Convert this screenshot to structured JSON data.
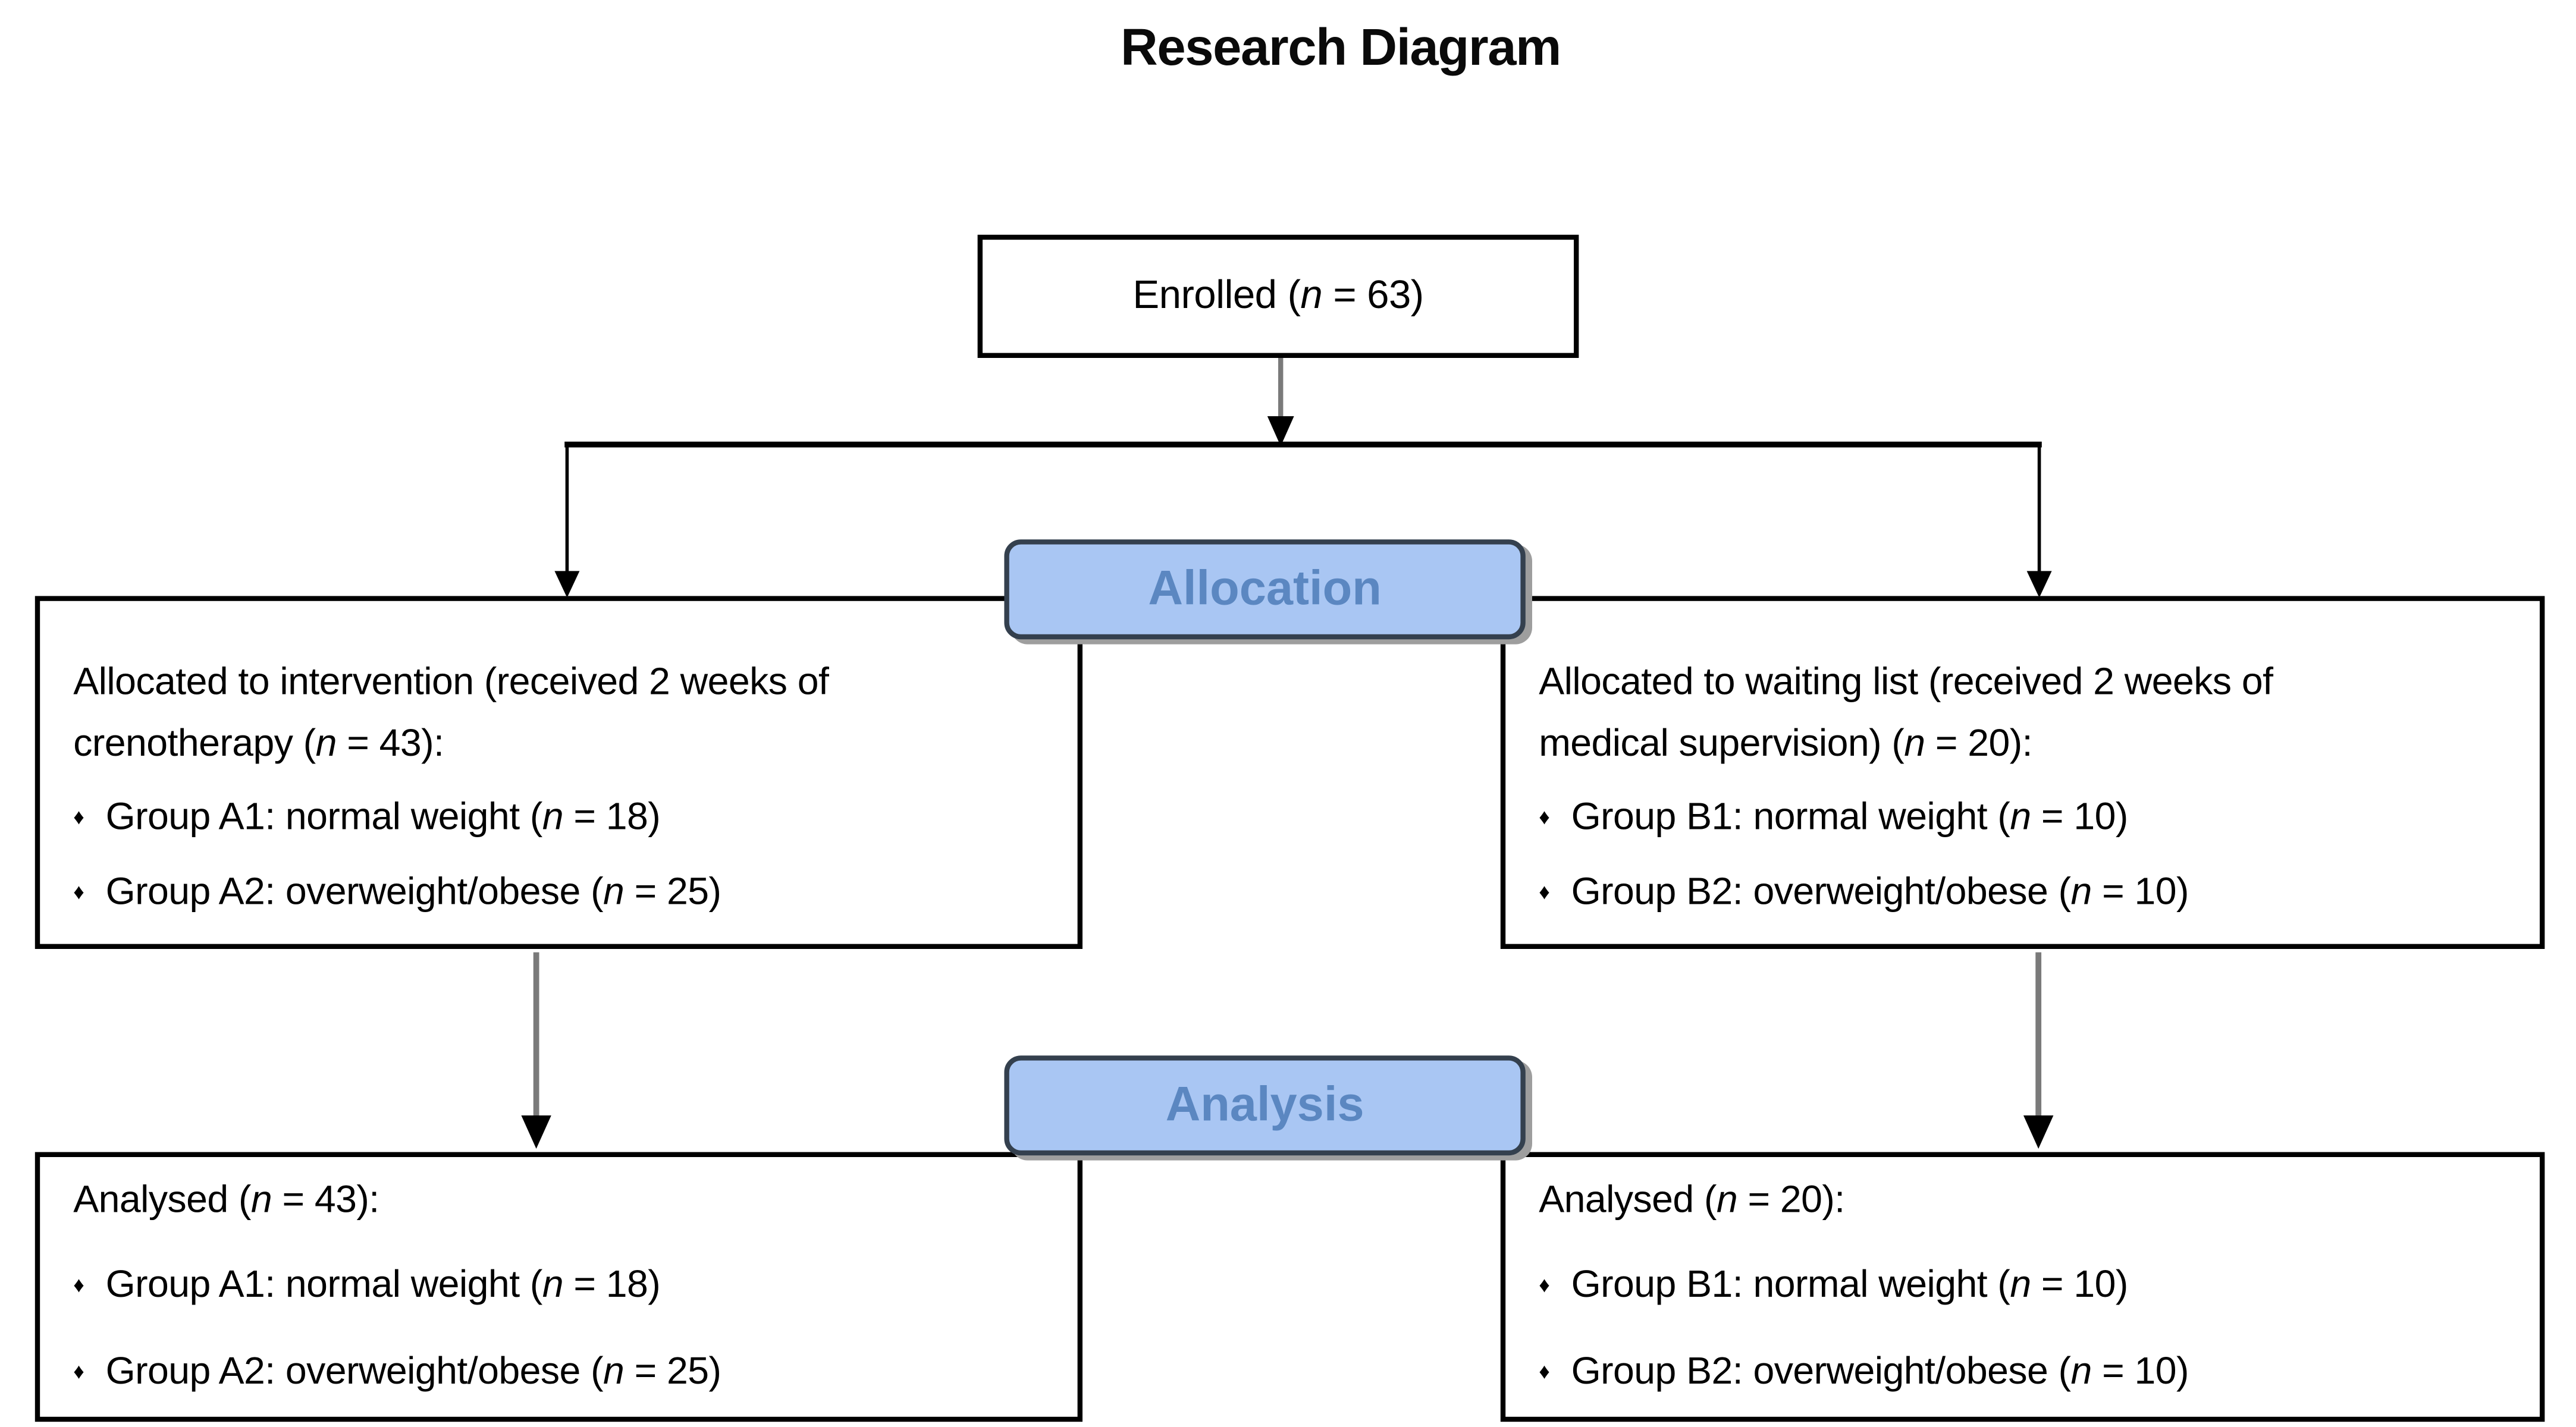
{
  "diagram": {
    "title": "Research Diagram",
    "bullet_glyph": "♦",
    "banners": {
      "allocation": "Allocation",
      "analysis": "Analysis"
    },
    "enrolled": {
      "pre": "Enrolled (",
      "n": "n",
      "post": " = 63)"
    },
    "alloc_left": {
      "line1": "Allocated to intervention (received 2 weeks of",
      "line2": {
        "pre": "crenotherapy (",
        "n": "n",
        "post": " = 43):"
      },
      "bullets": [
        {
          "pre": "Group A1: normal weight (",
          "n": "n",
          "post": " = 18)"
        },
        {
          "pre": "Group A2: overweight/obese (",
          "n": "n",
          "post": " = 25)"
        }
      ]
    },
    "alloc_right": {
      "line1": "Allocated to waiting list (received 2 weeks of",
      "line2": {
        "pre": "medical supervision) (",
        "n": "n",
        "post": " = 20):"
      },
      "bullets": [
        {
          "pre": "Group B1: normal weight (",
          "n": "n",
          "post": " = 10)"
        },
        {
          "pre": "Group B2: overweight/obese (",
          "n": "n",
          "post": " = 10)"
        }
      ]
    },
    "analysed_left": {
      "line1": {
        "pre": "Analysed (",
        "n": "n",
        "post": " = 43):"
      },
      "bullets": [
        {
          "pre": "Group A1: normal weight (",
          "n": "n",
          "post": " = 18)"
        },
        {
          "pre": "Group A2: overweight/obese (",
          "n": "n",
          "post": " = 25)"
        }
      ]
    },
    "analysed_right": {
      "line1": {
        "pre": "Analysed (",
        "n": "n",
        "post": " = 20):"
      },
      "bullets": [
        {
          "pre": "Group B1: normal weight (",
          "n": "n",
          "post": " = 10)"
        },
        {
          "pre": "Group B2: overweight/obese (",
          "n": "n",
          "post": " = 10)"
        }
      ]
    },
    "colors": {
      "banner_fill": "#A9C6F3",
      "banner_border": "#34404E",
      "banner_text": "#5B87C1",
      "banner_shadow": "#9E9E9E",
      "box_border": "#000000",
      "connector_stem": "#7A7A7A",
      "arrowhead": "#000000",
      "background": "#FFFFFF"
    }
  }
}
